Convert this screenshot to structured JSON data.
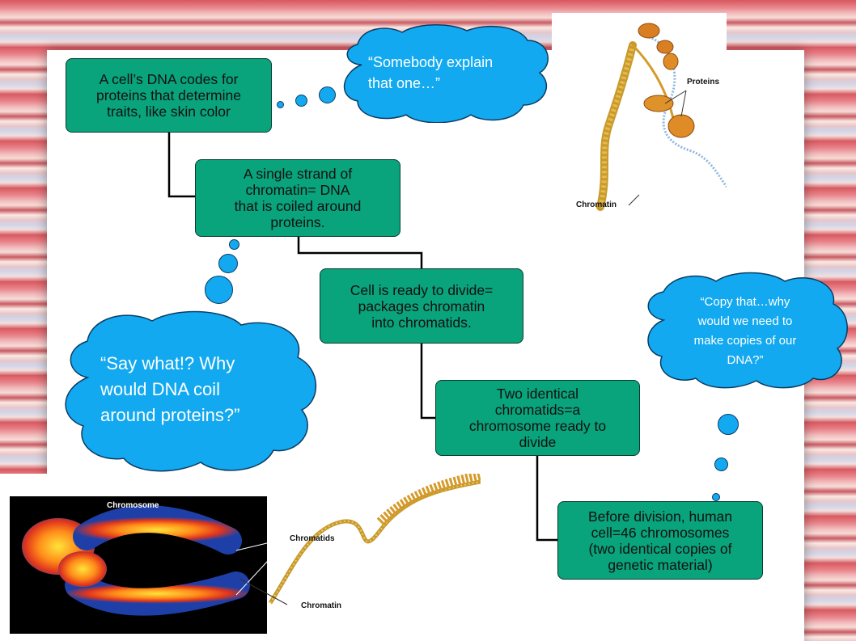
{
  "flowchart": {
    "boxes": [
      "A cell’s DNA codes for\nproteins that determine\ntraits, like skin color",
      "A single strand of\nchromatin= DNA\nthat is coiled around\nproteins.",
      "Cell is ready to divide=\npackages chromatin\ninto chromatids.",
      "Two identical\nchromatids=a\nchromosome ready to\ndivide",
      "Before division, human\ncell=46 chromosomes\n(two identical copies of\ngenetic material)"
    ]
  },
  "thought_bubbles": {
    "top": "“Somebody explain\nthat one…”",
    "left": "“Say what!? Why\nwould DNA coil\naround proteins?”",
    "right": "“Copy that…why\nwould we need to\nmake copies of our\nDNA?”"
  },
  "images": {
    "chromatin_protein": {
      "labels": [
        "Proteins",
        "Chromatin"
      ]
    },
    "chromosome": {
      "title": "Chromosome",
      "labels": [
        "Chromatids",
        "Chromatin"
      ]
    }
  },
  "colors": {
    "box_fill": "#09a37c",
    "cloud_fill": "#12a9f0",
    "background_stripe": "#d9575e"
  }
}
